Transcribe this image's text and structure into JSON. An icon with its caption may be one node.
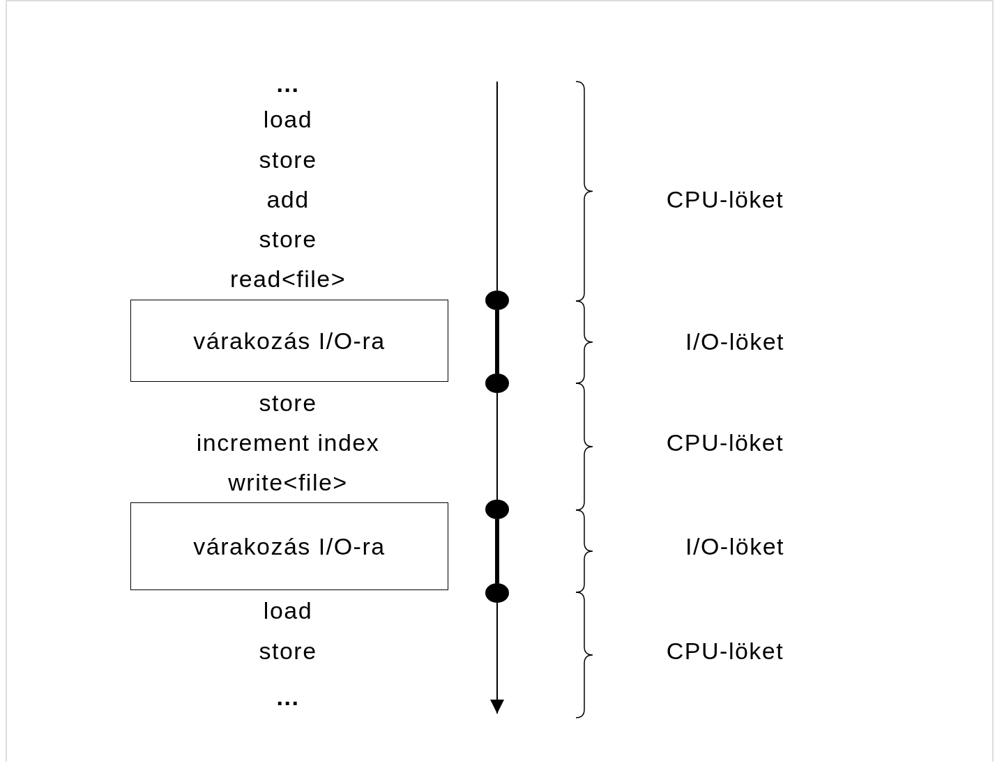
{
  "diagram": {
    "nodes": [
      {
        "text": [
          "várakozás I/O-ra"
        ]
      },
      {
        "text": [],
        "shape": "circle"
      },
      {
        "text": [],
        "shape": "circle"
      },
      {
        "text": [
          "várakozás I/O-ra"
        ]
      },
      {
        "text": [],
        "shape": "circle"
      },
      {
        "text": [],
        "shape": "circle"
      }
    ],
    "edges": [
      {
        "from": null,
        "to": 1,
        "arrow": "none"
      },
      {
        "from": 1,
        "to": 2,
        "arrow": "none",
        "style": "thick"
      },
      {
        "from": 2,
        "to": 4,
        "arrow": "none"
      },
      {
        "from": 4,
        "to": 5,
        "arrow": "none",
        "style": "thick"
      },
      {
        "from": 5,
        "to": null,
        "arrow": "to"
      }
    ],
    "labels": [
      "...",
      "load",
      "store",
      "add",
      "CPU-löket",
      "store",
      "read<file>",
      "I/O-löket",
      "store",
      "increment index",
      "CPU-löket",
      "write<file>",
      "I/O-löket",
      "load",
      "store",
      "CPU-löket",
      "..."
    ]
  }
}
